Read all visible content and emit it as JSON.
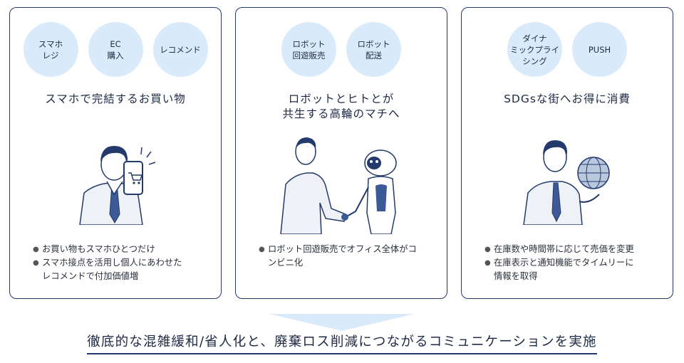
{
  "cards": [
    {
      "bubbles": [
        "スマホ\nレジ",
        "EC\n購入",
        "レコメンド"
      ],
      "title": "スマホで完結するお買い物",
      "bullets": [
        "お買い物もスマホひとつだけ",
        "スマホ接点を活用し個人にあわせた\nレコメンドで付加価値増"
      ]
    },
    {
      "bubbles": [
        "ロボット\n回遊販売",
        "ロボット\n配送"
      ],
      "title": "ロボットとヒトとが\n共生する高輪のマチへ",
      "bullets": [
        "ロボット回遊販売でオフィス全体がコ\nンビニ化"
      ]
    },
    {
      "bubbles": [
        "ダイナ\nミックプライ\nシング",
        "PUSH"
      ],
      "title": "SDGsな街へお得に消費",
      "bullets": [
        "在庫数や時間帯に応じて売価を変更",
        "在庫表示と通知機能でタイムリーに\n情報を取得"
      ]
    }
  ],
  "footer": {
    "text": "徹底的な混雑緩和/省人化と、廃棄ロス削減につながるコミュニケーションを実施"
  },
  "icons": {
    "card1": "man-with-smartphone-cart-icon",
    "card2": "man-shaking-hands-with-robot-icon",
    "card3": "man-holding-globe-icon"
  },
  "colors": {
    "border": "#243a6d",
    "bubble": "#d9ebfa",
    "text": "#1f2a44"
  }
}
